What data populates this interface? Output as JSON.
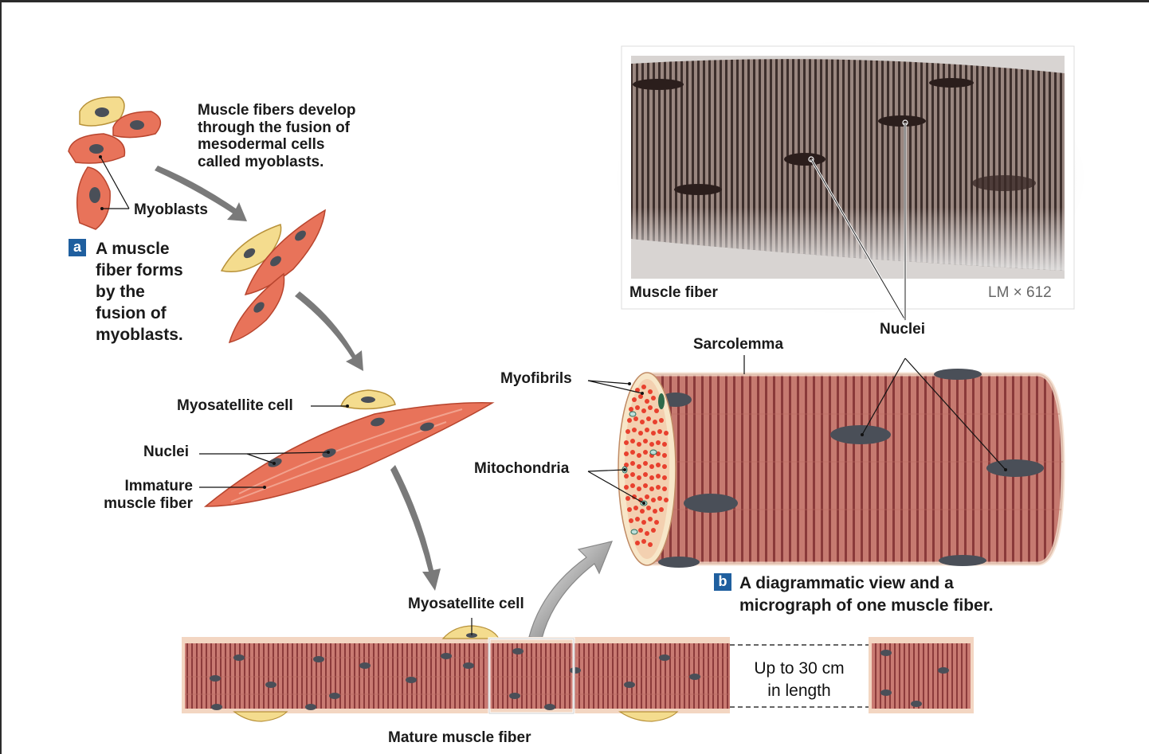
{
  "panel_a": {
    "badge": "a",
    "caption": "A muscle\nfiber forms\nby the\nfusion of\nmyoblasts.",
    "intro": "Muscle fibers develop\nthrough the fusion of\nmesodermal cells\ncalled myoblasts.",
    "myoblasts_label": "Myoblasts",
    "myosatellite_label": "Myosatellite cell",
    "nuclei_label": "Nuclei",
    "immature_label": "Immature\nmuscle fiber"
  },
  "panel_b": {
    "badge": "b",
    "caption": "A diagrammatic view and a\nmicrograph of one muscle fiber.",
    "micrograph_label": "Muscle fiber",
    "magnification": "LM × 612",
    "nuclei_label": "Nuclei",
    "sarcolemma_label": "Sarcolemma",
    "myofibrils_label": "Myofibrils",
    "mitochondria_label": "Mitochondria"
  },
  "mature": {
    "myosatellite_label": "Myosatellite cell",
    "length_label": "Up to 30 cm\nin length",
    "fiber_label": "Mature muscle fiber"
  },
  "colors": {
    "myoblast_fill": "#e8735a",
    "myosatellite_fill": "#f4dc8e",
    "nucleus_fill": "#4a4f58",
    "fiber_fill": "#c97a72",
    "striation": "#8c3b3b",
    "badge": "#1f5f9f"
  }
}
